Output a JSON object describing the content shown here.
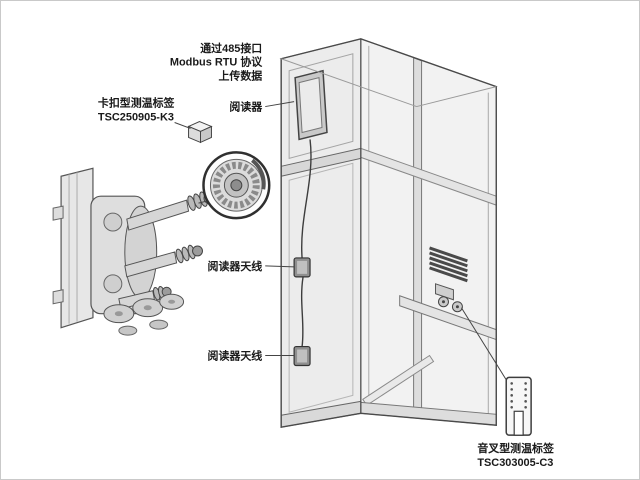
{
  "labels": {
    "comm_line1": "通过485接口",
    "comm_line2": "Modbus RTU 协议",
    "comm_line3": "上传数据",
    "reader": "阅读器",
    "snap_tag_name": "卡扣型测温标签",
    "snap_tag_model": "TSC250905-K3",
    "antenna_upper": "阅读器天线",
    "antenna_lower": "阅读器天线",
    "fork_tag_name": "音叉型测温标签",
    "fork_tag_model": "TSC303005-C3"
  },
  "colors": {
    "outline": "#4a4a4a",
    "text": "#1a1a1a",
    "fill_light": "#ececec",
    "fill_mid": "#d8d8d8",
    "fill_dark": "#8f8f8f",
    "background": "#ffffff"
  }
}
